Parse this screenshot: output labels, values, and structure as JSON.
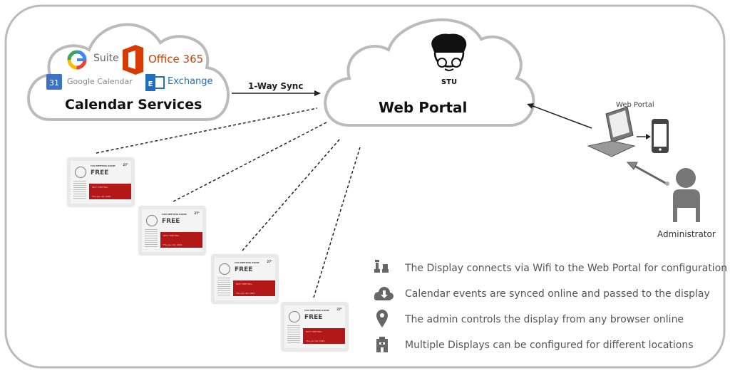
{
  "calendar_cloud": {
    "title": "Calendar Services",
    "gsuite": "Suite",
    "office": "Office 365",
    "google_calendar": "Google Calendar",
    "google_calendar_day": "31",
    "exchange": "Exchange"
  },
  "sync_label": "1-Way Sync",
  "web_portal_cloud": {
    "title": "Web Portal",
    "avatar_label": "STU"
  },
  "admin": {
    "laptop_label": "Web Portal",
    "person_label": "Administrator"
  },
  "display": {
    "room": "CXO MEETING ROOM",
    "status": "FREE",
    "temp": "27°",
    "next": "NEXT MEETING",
    "date": "Thu, Jun 24, 2021"
  },
  "features": [
    {
      "icon": "chess-icon",
      "text": "The Display connects via Wifi to the Web Portal for configuration"
    },
    {
      "icon": "cloud-download-icon",
      "text": "Calendar events are synced online and passed to the display"
    },
    {
      "icon": "map-pin-icon",
      "text": "The admin controls the display from any browser online"
    },
    {
      "icon": "building-icon",
      "text": "Multiple Displays can be configured for different locations"
    }
  ],
  "colors": {
    "office": "#d83b01",
    "exchange": "#1e6fbf",
    "display_red": "#b21818",
    "text_gray": "#555555"
  }
}
